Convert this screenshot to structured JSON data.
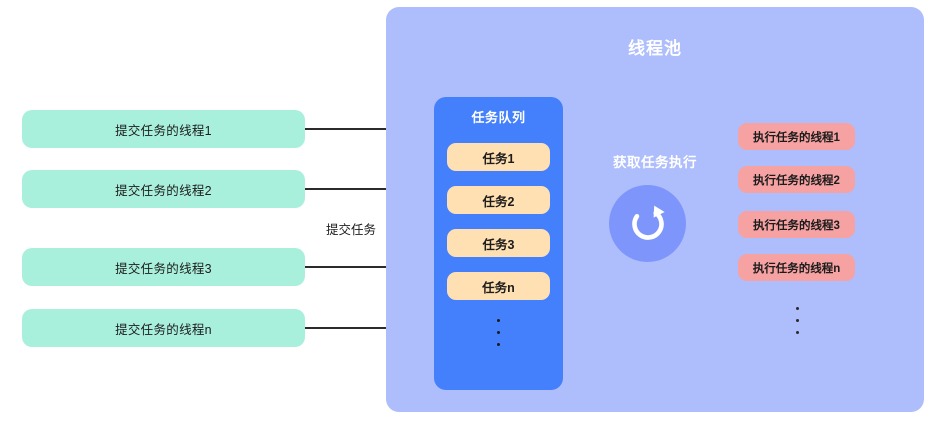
{
  "diagram": {
    "title": "线程池",
    "submit_label": "提交任务",
    "fetch_label": "获取任务执行",
    "colors": {
      "pool_panel": "#aebdfb",
      "task_queue": "#4480fb",
      "task_item": "#ffe0b2",
      "submitter": "#a9f0dc",
      "worker": "#f6a2a2",
      "rotate_circle": "#7e96fb",
      "arrow": "#2b2b2b",
      "title_text": "#ffffff"
    }
  },
  "submitters": [
    {
      "label": "提交任务的线程1"
    },
    {
      "label": "提交任务的线程2"
    },
    {
      "label": "提交任务的线程3"
    },
    {
      "label": "提交任务的线程n"
    }
  ],
  "queue": {
    "title": "任务队列",
    "tasks": [
      {
        "label": "任务1"
      },
      {
        "label": "任务2"
      },
      {
        "label": "任务3"
      },
      {
        "label": "任务n"
      }
    ],
    "ellipsis": "⋮"
  },
  "workers": [
    {
      "label": "执行任务的线程1"
    },
    {
      "label": "执行任务的线程2"
    },
    {
      "label": "执行任务的线程3"
    },
    {
      "label": "执行任务的线程n"
    }
  ],
  "icons": {
    "rotate": "rotate-cw-icon"
  }
}
